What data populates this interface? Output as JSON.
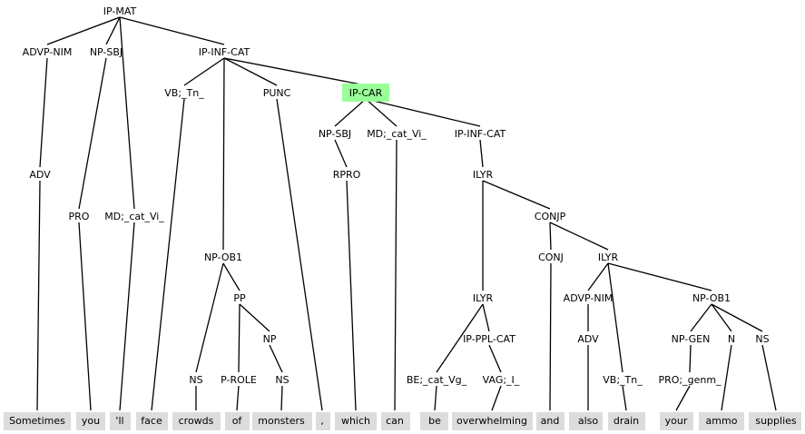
{
  "highlight_color": "#99ff99",
  "leaf_box_color": "#dcdcdc",
  "nodes": [
    {
      "id": "ipmat",
      "label": "IP-MAT",
      "parent": null
    },
    {
      "id": "advpnim1",
      "label": "ADVP-NIM",
      "parent": "ipmat"
    },
    {
      "id": "npsbj1",
      "label": "NP-SBJ",
      "parent": "ipmat"
    },
    {
      "id": "md1",
      "label": "MD;_cat_Vi_",
      "parent": "ipmat"
    },
    {
      "id": "ipinf1",
      "label": "IP-INF-CAT",
      "parent": "ipmat"
    },
    {
      "id": "adv1",
      "label": "ADV",
      "parent": "advpnim1"
    },
    {
      "id": "pro1",
      "label": "PRO",
      "parent": "npsbj1"
    },
    {
      "id": "vb1",
      "label": "VB;_Tn_",
      "parent": "ipinf1"
    },
    {
      "id": "npob1",
      "label": "NP-OB1",
      "parent": "ipinf1"
    },
    {
      "id": "punc",
      "label": "PUNC",
      "parent": "ipinf1"
    },
    {
      "id": "ipcar",
      "label": "IP-CAR",
      "parent": "ipinf1",
      "highlight": true
    },
    {
      "id": "ns1",
      "label": "NS",
      "parent": "npob1"
    },
    {
      "id": "pp",
      "label": "PP",
      "parent": "npob1"
    },
    {
      "id": "prole",
      "label": "P-ROLE",
      "parent": "pp"
    },
    {
      "id": "np",
      "label": "NP",
      "parent": "pp"
    },
    {
      "id": "ns2",
      "label": "NS",
      "parent": "np"
    },
    {
      "id": "npsbj2",
      "label": "NP-SBJ",
      "parent": "ipcar"
    },
    {
      "id": "md2",
      "label": "MD;_cat_Vi_",
      "parent": "ipcar"
    },
    {
      "id": "ipinf2",
      "label": "IP-INF-CAT",
      "parent": "ipcar"
    },
    {
      "id": "rpro",
      "label": "RPRO",
      "parent": "npsbj2"
    },
    {
      "id": "ilyr1",
      "label": "ILYR",
      "parent": "ipinf2"
    },
    {
      "id": "ilyr3",
      "label": "ILYR",
      "parent": "ilyr1"
    },
    {
      "id": "conjp",
      "label": "CONJP",
      "parent": "ilyr1"
    },
    {
      "id": "be",
      "label": "BE;_cat_Vg_",
      "parent": "ilyr3"
    },
    {
      "id": "ipppl",
      "label": "IP-PPL-CAT",
      "parent": "ilyr3"
    },
    {
      "id": "vag",
      "label": "VAG;_I_",
      "parent": "ipppl"
    },
    {
      "id": "conj",
      "label": "CONJ",
      "parent": "conjp"
    },
    {
      "id": "ilyr2",
      "label": "ILYR",
      "parent": "conjp"
    },
    {
      "id": "advpnim2",
      "label": "ADVP-NIM",
      "parent": "ilyr2"
    },
    {
      "id": "vb2",
      "label": "VB;_Tn_",
      "parent": "ilyr2"
    },
    {
      "id": "npob2",
      "label": "NP-OB1",
      "parent": "ilyr2"
    },
    {
      "id": "adv2",
      "label": "ADV",
      "parent": "advpnim2"
    },
    {
      "id": "npgen",
      "label": "NP-GEN",
      "parent": "npob2"
    },
    {
      "id": "n",
      "label": "N",
      "parent": "npob2"
    },
    {
      "id": "ns3",
      "label": "NS",
      "parent": "npob2"
    },
    {
      "id": "progen",
      "label": "PRO;_genm_",
      "parent": "npgen"
    },
    {
      "id": "w1",
      "label": "Sometimes",
      "parent": "adv1",
      "leaf": true
    },
    {
      "id": "w2",
      "label": "you",
      "parent": "pro1",
      "leaf": true
    },
    {
      "id": "w3",
      "label": "'ll",
      "parent": "md1",
      "leaf": true
    },
    {
      "id": "w4",
      "label": "face",
      "parent": "vb1",
      "leaf": true
    },
    {
      "id": "w5",
      "label": "crowds",
      "parent": "ns1",
      "leaf": true
    },
    {
      "id": "w6",
      "label": "of",
      "parent": "prole",
      "leaf": true
    },
    {
      "id": "w7",
      "label": "monsters",
      "parent": "ns2",
      "leaf": true
    },
    {
      "id": "w8",
      "label": ",",
      "parent": "punc",
      "leaf": true
    },
    {
      "id": "w9",
      "label": "which",
      "parent": "rpro",
      "leaf": true
    },
    {
      "id": "w10",
      "label": "can",
      "parent": "md2",
      "leaf": true
    },
    {
      "id": "w11",
      "label": "be",
      "parent": "be",
      "leaf": true
    },
    {
      "id": "w12",
      "label": "overwhelming",
      "parent": "vag",
      "leaf": true
    },
    {
      "id": "w13",
      "label": "and",
      "parent": "conj",
      "leaf": true
    },
    {
      "id": "w14",
      "label": "also",
      "parent": "adv2",
      "leaf": true
    },
    {
      "id": "w15",
      "label": "drain",
      "parent": "vb2",
      "leaf": true
    },
    {
      "id": "w16",
      "label": "your",
      "parent": "progen",
      "leaf": true
    },
    {
      "id": "w17",
      "label": "ammo",
      "parent": "n",
      "leaf": true
    },
    {
      "id": "w18",
      "label": "supplies",
      "parent": "ns3",
      "leaf": true
    }
  ]
}
